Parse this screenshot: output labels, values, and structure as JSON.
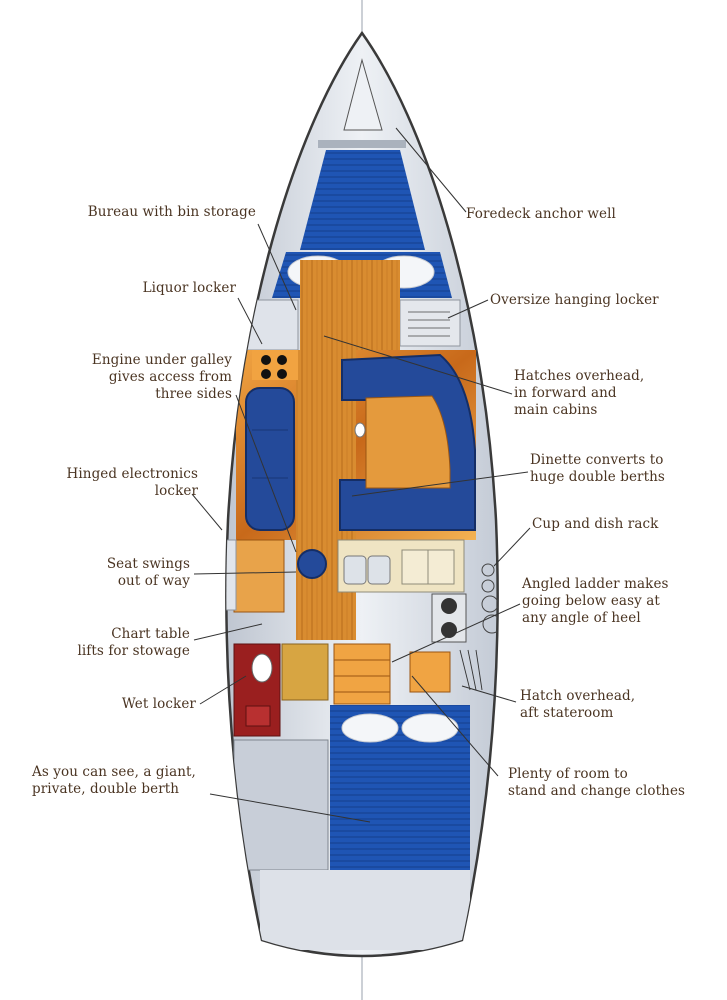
{
  "colors": {
    "hull_outline": "#3a3a3a",
    "deck_grey": "#cdd3dc",
    "deck_light": "#e6e9ee",
    "berth_blue": "#1d4fa8",
    "cushion_blue": "#244a9a",
    "sole_wood": "#d9892c",
    "sole_dark": "#a75512",
    "table_wood": "#e8a34a",
    "galley_cream": "#efe4c3",
    "wet_locker_red": "#9a1f1f",
    "label_text": "#4a3422",
    "leader_line": "#333333"
  },
  "callouts": {
    "bureau": "Bureau with bin storage",
    "foredeck": "Foredeck anchor well",
    "liquor": "Liquor locker",
    "hanging_locker": "Oversize hanging locker",
    "engine": "Engine under galley\ngives access from\nthree sides",
    "hatches": "Hatches overhead,\nin forward and\nmain cabins",
    "electronics": "Hinged electronics\nlocker",
    "dinette": "Dinette converts to\nhuge double berths",
    "cup_rack": "Cup and dish rack",
    "seat": "Seat swings\nout of way",
    "ladder": "Angled ladder makes\ngoing below easy at\nany angle of heel",
    "chart_table": "Chart table\nlifts for stowage",
    "wet_locker": "Wet locker",
    "hatch_aft": "Hatch overhead,\naft stateroom",
    "aft_berth": "As you can see, a giant,\nprivate, double berth",
    "standing_room": "Plenty of room to\nstand and change clothes"
  }
}
